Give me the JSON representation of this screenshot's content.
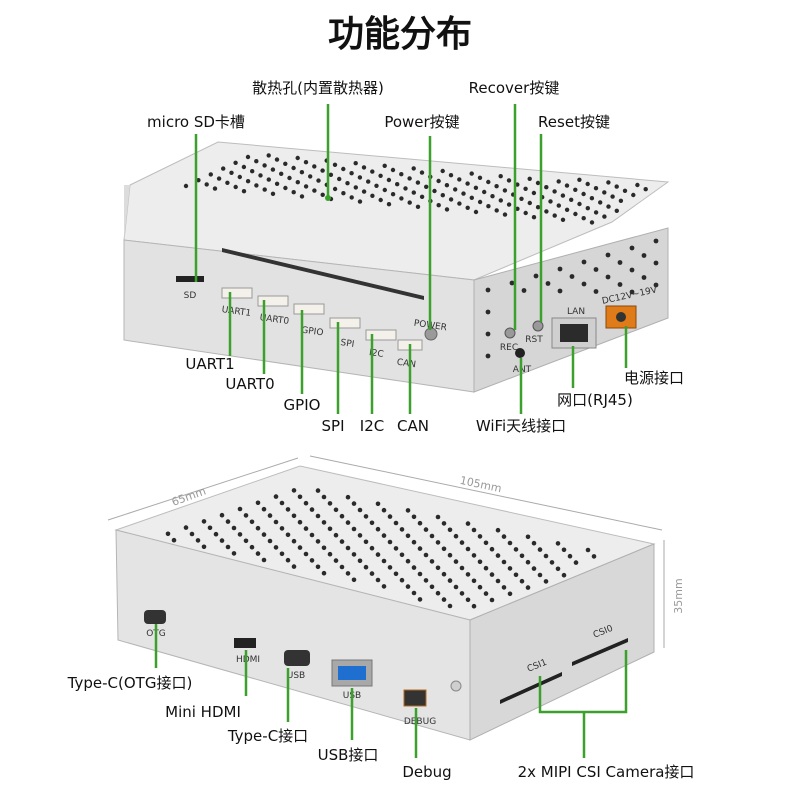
{
  "title": "功能分布",
  "top_device": {
    "labels": {
      "heatsink": "散热孔(内置散热器)",
      "recover": "Recover按键",
      "micro_sd": "micro SD卡槽",
      "power": "Power按键",
      "reset": "Reset按键",
      "uart1": "UART1",
      "uart0": "UART0",
      "gpio": "GPIO",
      "spi": "SPI",
      "i2c": "I2C",
      "can": "CAN",
      "wifi": "WiFi天线接口",
      "lan": "网口(RJ45)",
      "power_port": "电源接口"
    },
    "silkscreen": {
      "sd": "SD",
      "uart1": "UART1",
      "uart0": "UART0",
      "gpio": "GPIO",
      "spi": "SPI",
      "i2c": "I2C",
      "can": "CAN",
      "power": "POWER",
      "rec": "REC",
      "rst": "RST",
      "ant": "ANT",
      "lan": "LAN",
      "dc": "DC12V~19V"
    }
  },
  "bottom_device": {
    "labels": {
      "typec_otg": "Type-C(OTG接口)",
      "mini_hdmi": "Mini HDMI",
      "typec": "Type-C接口",
      "usb": "USB接口",
      "debug": "Debug",
      "csi": "2x MIPI CSI Camera接口"
    },
    "silkscreen": {
      "otg": "OTG",
      "hdmi": "HDMI",
      "usb1": "USB",
      "usb2": "USB",
      "debug": "DEBUG",
      "csi1": "CSI1",
      "csi0": "CSI0"
    },
    "dimensions": {
      "length": "105mm",
      "width": "65mm",
      "height": "35mm"
    }
  },
  "colors": {
    "leader": "#3ca02c",
    "case": "#e9e9e9",
    "case_dark": "#cfcfcf",
    "hole": "#2a2a2a"
  }
}
